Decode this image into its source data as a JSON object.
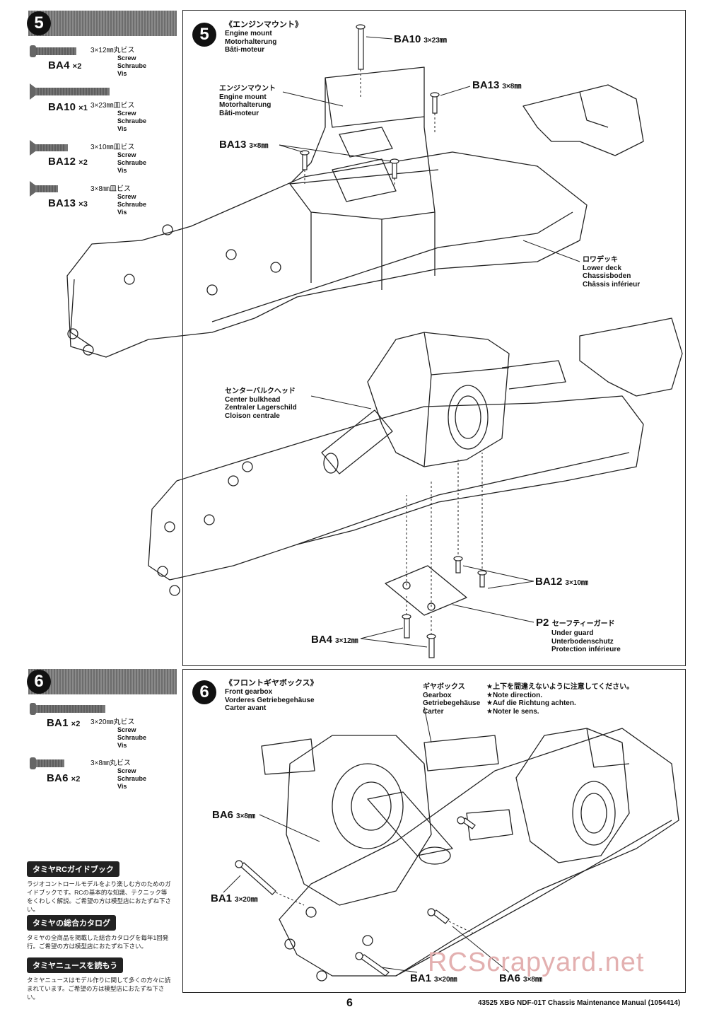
{
  "page_number": "6",
  "footer": "43525 XBG NDF-01T Chassis Maintenance Manual (1054414)",
  "watermark": "RCScrapyard.net",
  "step5": {
    "number": "5",
    "parts": [
      {
        "code": "BA4",
        "qty": "×2",
        "size": "3×12㎜丸ビス",
        "en": "Screw",
        "de": "Schraube",
        "fr": "Vis"
      },
      {
        "code": "BA10",
        "qty": "×1",
        "size": "3×23㎜皿ビス",
        "en": "Screw",
        "de": "Schraube",
        "fr": "Vis"
      },
      {
        "code": "BA12",
        "qty": "×2",
        "size": "3×10㎜皿ビス",
        "en": "Screw",
        "de": "Schraube",
        "fr": "Vis"
      },
      {
        "code": "BA13",
        "qty": "×3",
        "size": "3×8㎜皿ビス",
        "en": "Screw",
        "de": "Schraube",
        "fr": "Vis"
      }
    ],
    "title_ja": "《エンジンマウント》",
    "title_en": "Engine mount",
    "title_de": "Motorhalterung",
    "title_fr": "Bâti-moteur",
    "engine_mount": {
      "ja": "エンジンマウント",
      "en": "Engine mount",
      "de": "Motorhalterung",
      "fr": "Bâti-moteur"
    },
    "lower_deck": {
      "ja": "ロワデッキ",
      "en": "Lower deck",
      "de": "Chassisboden",
      "fr": "Châssis inférieur"
    },
    "center_bulkhead": {
      "ja": "センターバルクヘッド",
      "en": "Center bulkhead",
      "de": "Zentraler Lagerschild",
      "fr": "Cloison centrale"
    },
    "under_guard": {
      "code": "P2",
      "ja": "セーフティーガード",
      "en": "Under guard",
      "de": "Unterbodenschutz",
      "fr": "Protection inférieure"
    },
    "callouts": {
      "ba10": {
        "code": "BA10",
        "size": "3×23㎜"
      },
      "ba13a": {
        "code": "BA13",
        "size": "3×8㎜"
      },
      "ba13b": {
        "code": "BA13",
        "size": "3×8㎜"
      },
      "ba12": {
        "code": "BA12",
        "size": "3×10㎜"
      },
      "ba4": {
        "code": "BA4",
        "size": "3×12㎜"
      }
    }
  },
  "step6": {
    "number": "6",
    "parts": [
      {
        "code": "BA1",
        "qty": "×2",
        "size": "3×20㎜丸ビス",
        "en": "Screw",
        "de": "Schraube",
        "fr": "Vis"
      },
      {
        "code": "BA6",
        "qty": "×2",
        "size": "3×8㎜丸ビス",
        "en": "Screw",
        "de": "Schraube",
        "fr": "Vis"
      }
    ],
    "title_ja": "《フロントギヤボックス》",
    "title_en": "Front gearbox",
    "title_de": "Vorderes Getriebegehäuse",
    "title_fr": "Carter avant",
    "gearbox": {
      "ja": "ギヤボックス",
      "en": "Gearbox",
      "de": "Getriebegehäuse",
      "fr": "Carter"
    },
    "note": {
      "ja": "★上下を間違えないように注意してください。",
      "en": "★Note direction.",
      "de": "★Auf die Richtung achten.",
      "fr": "★Noter le sens."
    },
    "callouts": {
      "ba6a": {
        "code": "BA6",
        "size": "3×8㎜"
      },
      "ba1a": {
        "code": "BA1",
        "size": "3×20㎜"
      },
      "ba1b": {
        "code": "BA1",
        "size": "3×20㎜"
      },
      "ba6b": {
        "code": "BA6",
        "size": "3×8㎜"
      }
    }
  },
  "promos": [
    {
      "head": "タミヤRCガイドブック",
      "body": "ラジオコントロールモデルをより楽しむ方のためのガイドブックです。RCの基本的な知識、テクニック等をくわしく解説。ご希望の方は模型店におたずね下さい。"
    },
    {
      "head": "タミヤの総合カタログ",
      "body": "タミヤの全商品を掲載した総合カタログを毎年1回発行。ご希望の方は模型店におたずね下さい。"
    },
    {
      "head": "タミヤニュースを読もう",
      "body": "タミヤニュースはモデル作りに関して多くの方々に読まれています。ご希望の方は模型店におたずね下さい。"
    }
  ]
}
